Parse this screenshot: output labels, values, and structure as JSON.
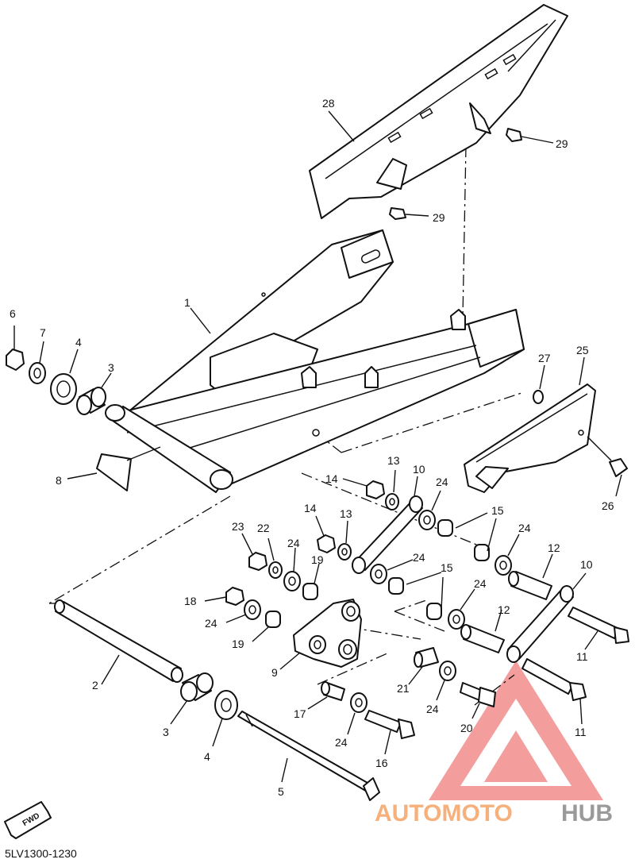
{
  "diagram_code": "5LV1300-1230",
  "fwd_label": "FWD",
  "watermark": {
    "text_a": "AUTOMOTO",
    "text_b": "HUB",
    "color_a": "#f6b07c",
    "color_b": "#9a9a9a",
    "logo_color": "#f28c8c"
  },
  "callouts": [
    {
      "id": "c1",
      "label": "1"
    },
    {
      "id": "c2",
      "label": "2"
    },
    {
      "id": "c3a",
      "label": "3"
    },
    {
      "id": "c3b",
      "label": "3"
    },
    {
      "id": "c4a",
      "label": "4"
    },
    {
      "id": "c4b",
      "label": "4"
    },
    {
      "id": "c5",
      "label": "5"
    },
    {
      "id": "c6",
      "label": "6"
    },
    {
      "id": "c7",
      "label": "7"
    },
    {
      "id": "c8",
      "label": "8"
    },
    {
      "id": "c9",
      "label": "9"
    },
    {
      "id": "c10a",
      "label": "10"
    },
    {
      "id": "c10b",
      "label": "10"
    },
    {
      "id": "c11a",
      "label": "11"
    },
    {
      "id": "c11b",
      "label": "11"
    },
    {
      "id": "c12a",
      "label": "12"
    },
    {
      "id": "c12b",
      "label": "12"
    },
    {
      "id": "c13a",
      "label": "13"
    },
    {
      "id": "c13b",
      "label": "13"
    },
    {
      "id": "c14a",
      "label": "14"
    },
    {
      "id": "c14b",
      "label": "14"
    },
    {
      "id": "c15a",
      "label": "15"
    },
    {
      "id": "c15b",
      "label": "15"
    },
    {
      "id": "c16",
      "label": "16"
    },
    {
      "id": "c17",
      "label": "17"
    },
    {
      "id": "c18",
      "label": "18"
    },
    {
      "id": "c19a",
      "label": "19"
    },
    {
      "id": "c19b",
      "label": "19"
    },
    {
      "id": "c20",
      "label": "20"
    },
    {
      "id": "c21",
      "label": "21"
    },
    {
      "id": "c22",
      "label": "22"
    },
    {
      "id": "c23",
      "label": "23"
    },
    {
      "id": "c24a",
      "label": "24"
    },
    {
      "id": "c24b",
      "label": "24"
    },
    {
      "id": "c24c",
      "label": "24"
    },
    {
      "id": "c24d",
      "label": "24"
    },
    {
      "id": "c24e",
      "label": "24"
    },
    {
      "id": "c24f",
      "label": "24"
    },
    {
      "id": "c24g",
      "label": "24"
    },
    {
      "id": "c24h",
      "label": "24"
    },
    {
      "id": "c25",
      "label": "25"
    },
    {
      "id": "c26",
      "label": "26"
    },
    {
      "id": "c27",
      "label": "27"
    },
    {
      "id": "c28",
      "label": "28"
    },
    {
      "id": "c29a",
      "label": "29"
    },
    {
      "id": "c29b",
      "label": "29"
    }
  ]
}
